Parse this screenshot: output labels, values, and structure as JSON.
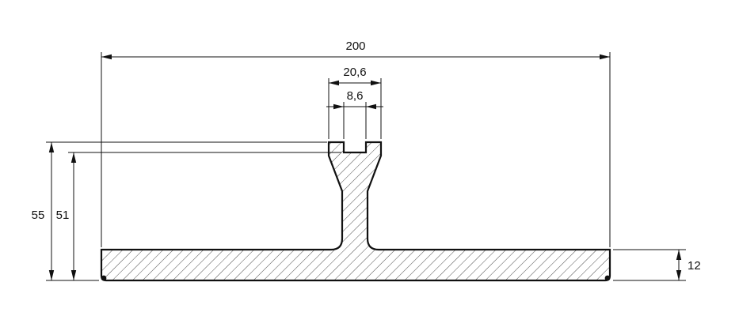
{
  "drawing": {
    "background_color": "#ffffff",
    "line_color": "#111111",
    "type": "t-profile-cross-section",
    "dimensions": {
      "total_width": "200",
      "head_width": "20,6",
      "slot_width": "8,6",
      "total_height": "55",
      "inner_height": "51",
      "flange_thickness": "12"
    }
  }
}
